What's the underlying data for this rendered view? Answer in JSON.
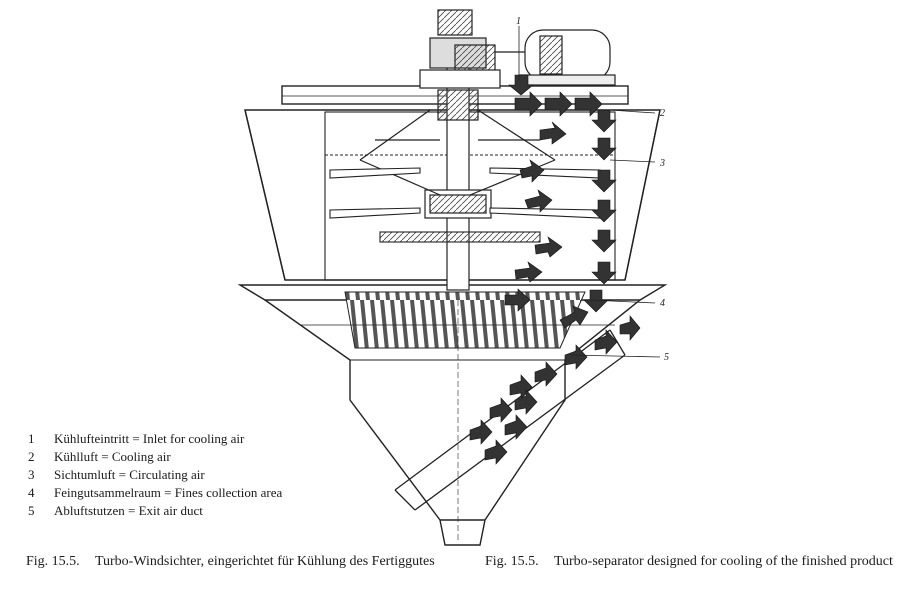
{
  "callouts": [
    "1",
    "2",
    "3",
    "4",
    "5"
  ],
  "legend": [
    {
      "num": "1",
      "text": "Kühlufteintritt = Inlet for cooling air"
    },
    {
      "num": "2",
      "text": "Kühlluft = Cooling air"
    },
    {
      "num": "3",
      "text": "Sichtumluft = Circulating air"
    },
    {
      "num": "4",
      "text": "Feingutsammelraum = Fines collection area"
    },
    {
      "num": "5",
      "text": "Abluftstutzen = Exit air duct"
    }
  ],
  "caption_de": {
    "label": "Fig. 15.5.",
    "text": "Turbo-Windsichter, eingerichtet für Kühlung des Fertiggutes"
  },
  "caption_en": {
    "label": "Fig. 15.5.",
    "text": "Turbo-separator designed for cooling of the finished product"
  }
}
